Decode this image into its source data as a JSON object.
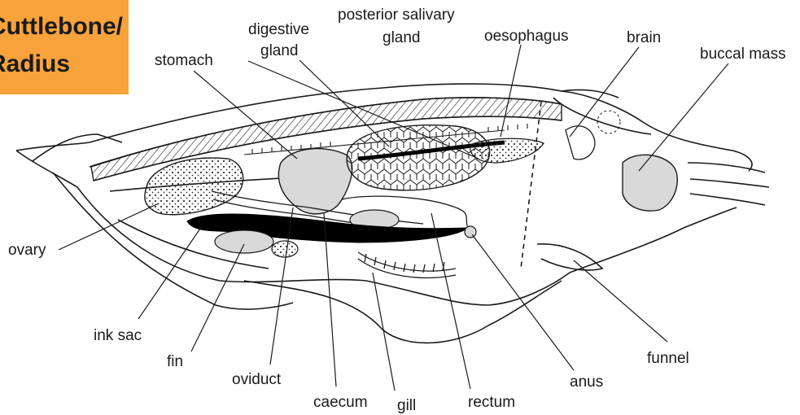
{
  "badge": {
    "line1": "Cuttlebone/",
    "line2": "Radius",
    "color": "#f7a23b"
  },
  "labels": {
    "posterior_salivary_line1": "posterior salivary",
    "posterior_salivary_line2": "gland",
    "digestive_line1": "digestive",
    "digestive_line2": "gland",
    "oesophagus": "oesophagus",
    "brain": "brain",
    "buccal_mass": "buccal mass",
    "stomach": "stomach",
    "ovary": "ovary",
    "ink_sac": "ink sac",
    "fin": "fin",
    "oviduct": "oviduct",
    "caecum": "caecum",
    "gill": "gill",
    "rectum": "rectum",
    "anus": "anus",
    "funnel": "funnel"
  },
  "colors": {
    "organ_fill": "#d9d9d9",
    "ink_fill": "#000000",
    "outline": "#1a1a1a"
  }
}
